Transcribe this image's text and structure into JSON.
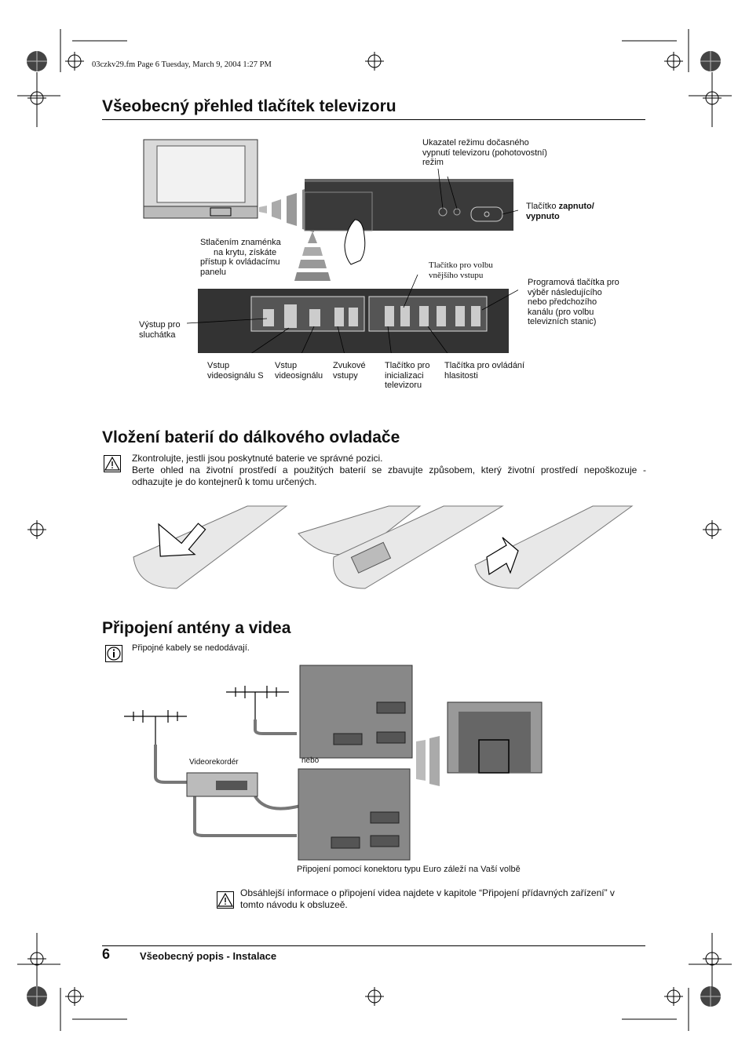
{
  "header": {
    "file_stamp": "03czkv29.fm  Page 6  Tuesday, March 9, 2004  1:27 PM"
  },
  "section1": {
    "title": "Všeobecný přehled tlačítek televizoru",
    "labels": {
      "standby_indicator": [
        "Ukazatel režimu dočasného",
        "vypnutí televizoru (pohotovostní)",
        "režim"
      ],
      "power_button_prefix": "Tlačítko ",
      "power_button_bold1": "zapnuto/",
      "power_button_bold2": "vypnuto",
      "panel_access": [
        "Stlačením znaménka",
        "na krytu, získáte",
        "přístup k ovládacímu",
        "panelu"
      ],
      "ext_input": [
        "Tlačítko pro volbu",
        "vnějšího vstupu"
      ],
      "program_buttons": [
        "Programová tlačítka pro",
        "výběr následujícího",
        "nebo předchozího",
        "kanálu (pro volbu",
        "televizních stanic)"
      ],
      "headphone": [
        "Výstup pro",
        "sluchátka"
      ],
      "svideo": [
        "Vstup",
        "videosignálu S"
      ],
      "video_in": [
        "Vstup",
        "videosignálu"
      ],
      "audio_in": [
        "Zvukové",
        "vstupy"
      ],
      "reset_button": [
        "Tlačítko pro",
        "inicializaci",
        "televizoru"
      ],
      "volume_buttons": [
        "Tlačítka pro ovládání",
        "hlasitosti"
      ]
    }
  },
  "section2": {
    "title": "Vložení baterií do dálkového ovladače",
    "text_line1": "Zkontrolujte, jestli jsou poskytnuté baterie ve správné pozici.",
    "text_line2": "Berte ohled na životní prostředí a použitých baterií se zbavujte způsobem, který životní prostředí nepoškozuje -",
    "text_line3": "odhazujte je do kontejnerů k tomu určených."
  },
  "section3": {
    "title": "Připojení antény a videa",
    "info": "Připojné kabely se nedodávají.",
    "vcr_label": "Videorekordér",
    "or_label": "nebo",
    "euro_caption": "Připojení pomocí konektoru typu Euro záleží na Vaší volbě",
    "note_line1": "Obsáhlejší informace o připojení videa najdete v kapitole “Připojení přídavných zařízení” v",
    "note_line2": "tomto návodu k obsluzeě."
  },
  "footer": {
    "page_number": "6",
    "section_name": "Všeobecný popis - Instalace"
  }
}
